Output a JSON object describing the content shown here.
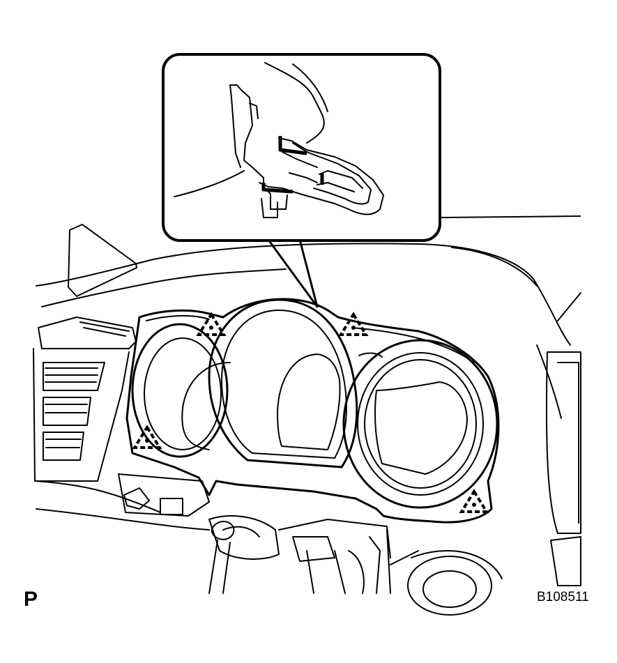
{
  "view_label": "P",
  "figure_id": "B108511",
  "colors": {
    "line": "#000000",
    "background": "#ffffff"
  },
  "clip_marker_count": 4,
  "icons": [
    "triangle-clip-icon"
  ]
}
